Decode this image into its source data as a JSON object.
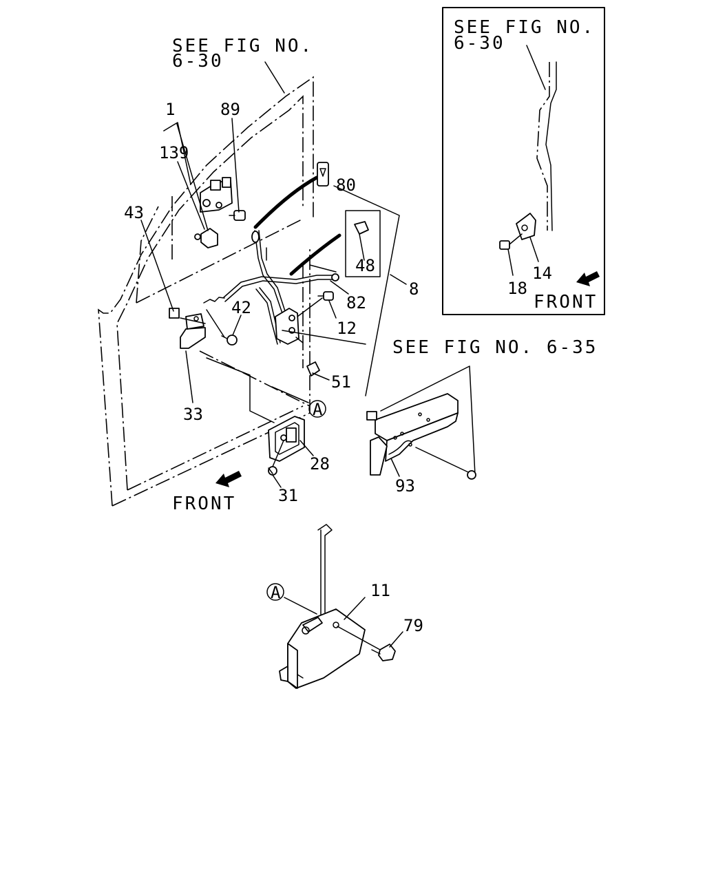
{
  "references": {
    "main_see_fig_line1": "SEE FIG NO.",
    "main_see_fig_line2": "6-30",
    "inset_see_fig_line1": "SEE FIG NO.",
    "inset_see_fig_line2": "6-30",
    "bracket_see_fig": "SEE FIG NO. 6-35"
  },
  "directions": {
    "main_front": "FRONT",
    "inset_front": "FRONT"
  },
  "callouts": {
    "p1": "1",
    "p89": "89",
    "p139": "139",
    "p80": "80",
    "p43": "43",
    "p48": "48",
    "p8": "8",
    "p82": "82",
    "p42": "42",
    "p12": "12",
    "p51": "51",
    "p33": "33",
    "p28": "28",
    "p93": "93",
    "p31": "31",
    "p11": "11",
    "p79": "79",
    "p14": "14",
    "p18": "18"
  },
  "markers": {
    "a1": "A",
    "a2": "A"
  }
}
